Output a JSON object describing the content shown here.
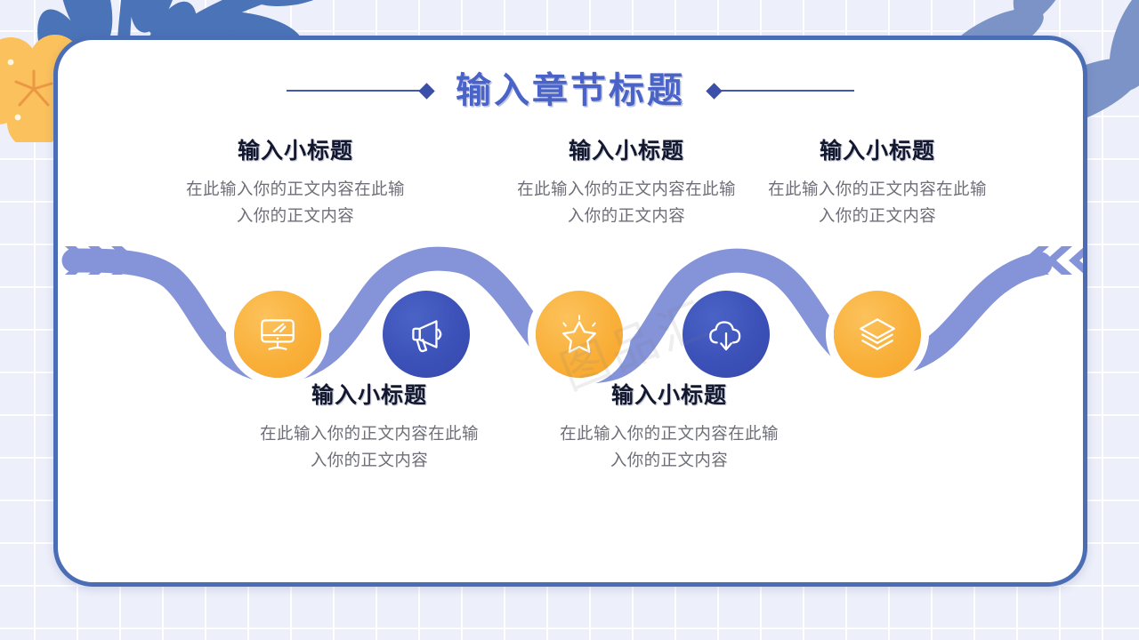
{
  "colors": {
    "page_bg": "#edeffa",
    "grid_line": "#ffffff",
    "card_bg": "#ffffff",
    "card_border": "#4a6db5",
    "title_blue": "#4a63c8",
    "ribbon_periwinkle": "#8593d8",
    "chevron": "#8593d8",
    "circle_orange": "#f9b03a",
    "circle_blue": "#3c51b8",
    "heading_dark": "#14182e",
    "body_gray": "#6e6e78",
    "leaf_blue_dark": "#4a73b8",
    "leaf_blue_light": "#7b93c6",
    "flower_orange": "#fbc15c"
  },
  "header": {
    "title": "输入章节标题",
    "left_rule": "horizontal-line-with-diamond",
    "right_rule": "diamond-with-horizontal-line"
  },
  "decorations": {
    "top_left_leaf_branch": "leaf-branch",
    "top_right_leaf_branch": "leaf-branch",
    "top_left_flower": "five-petal-flower",
    "right_flower": "five-petal-flower",
    "left_chevrons": "chevron-right-triple",
    "right_chevrons": "chevron-left-triple"
  },
  "flow": {
    "ribbon": "wavy-connector-path",
    "nodes": [
      {
        "index": 1,
        "icon": "desktop-monitor-icon",
        "circle_color": "orange",
        "position": "above",
        "title": "输入小标题",
        "body": "在此输入你的正文内容在此输入你的正文内容"
      },
      {
        "index": 2,
        "icon": "megaphone-icon",
        "circle_color": "blue",
        "position": "below",
        "title": "输入小标题",
        "body": "在此输入你的正文内容在此输入你的正文内容"
      },
      {
        "index": 3,
        "icon": "star-sparkle-icon",
        "circle_color": "orange",
        "position": "above",
        "title": "输入小标题",
        "body": "在此输入你的正文内容在此输入你的正文内容"
      },
      {
        "index": 4,
        "icon": "cloud-download-icon",
        "circle_color": "blue",
        "position": "below",
        "title": "输入小标题",
        "body": "在此输入你的正文内容在此输入你的正文内容"
      },
      {
        "index": 5,
        "icon": "layers-stack-icon",
        "circle_color": "orange",
        "position": "above",
        "title": "输入小标题",
        "body": "在此输入你的正文内容在此输入你的正文内容"
      }
    ]
  },
  "watermark": {
    "text": "图品汇"
  }
}
